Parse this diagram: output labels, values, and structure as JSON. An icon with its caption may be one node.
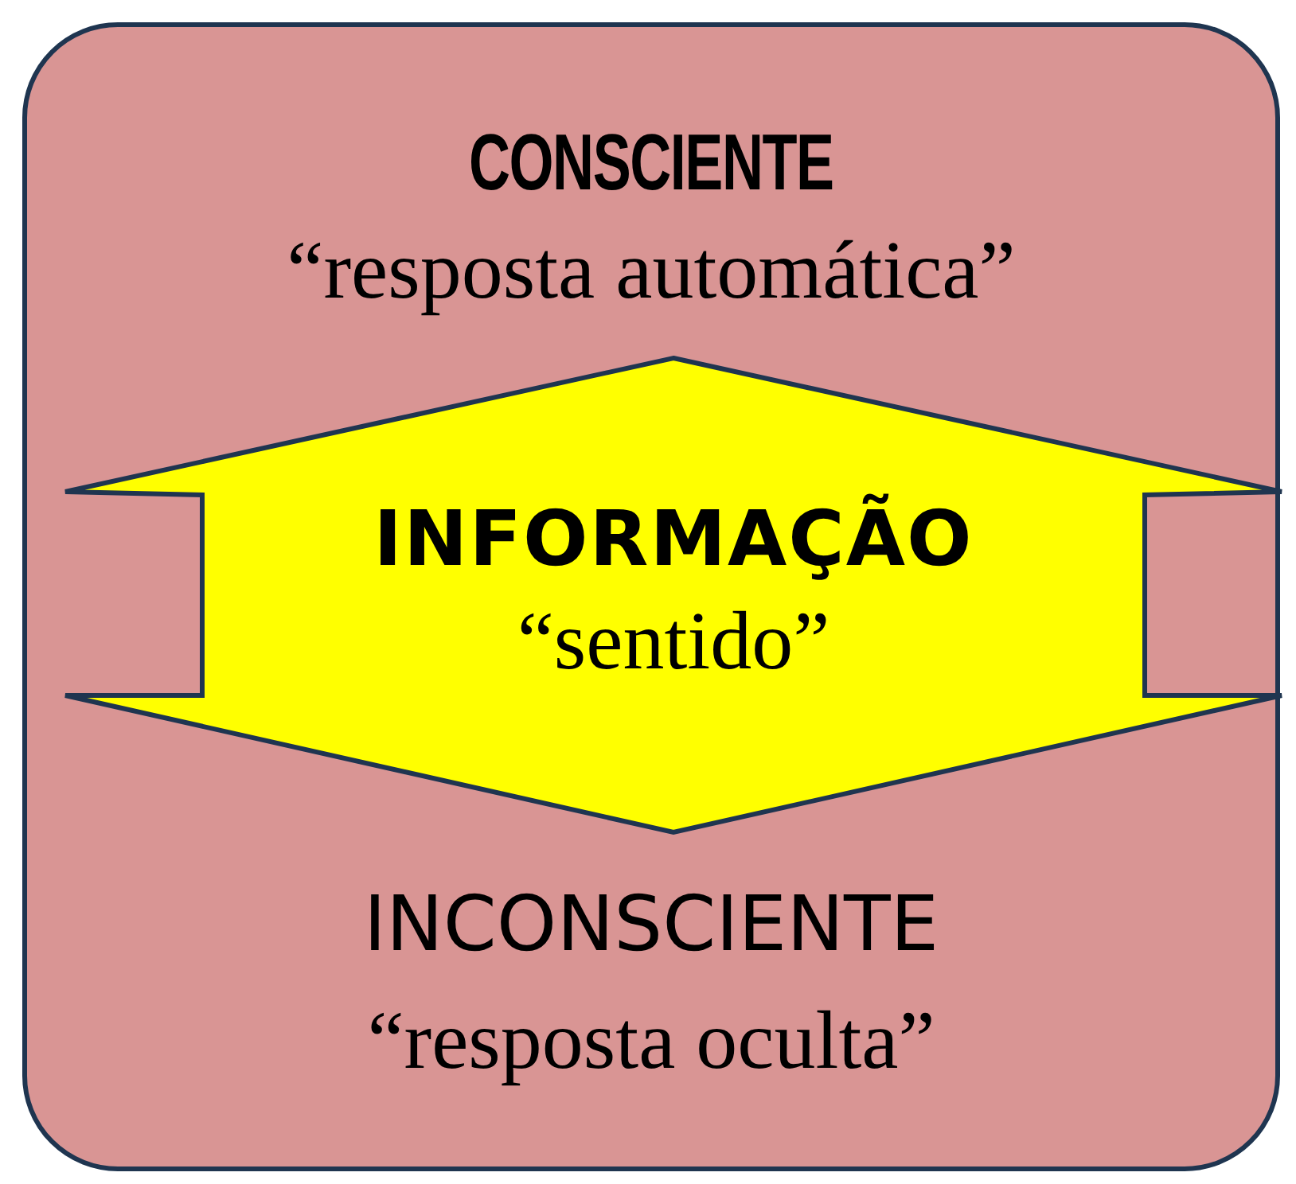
{
  "diagram": {
    "nodes": [
      {
        "text": [
          "CONSCIENTE",
          "“resposta automática”",
          "INCONSCIENTE",
          "“resposta oculta”"
        ]
      },
      {
        "text": [
          "INFORMAÇÃO",
          "“sentido”"
        ],
        "in": 0
      }
    ]
  }
}
